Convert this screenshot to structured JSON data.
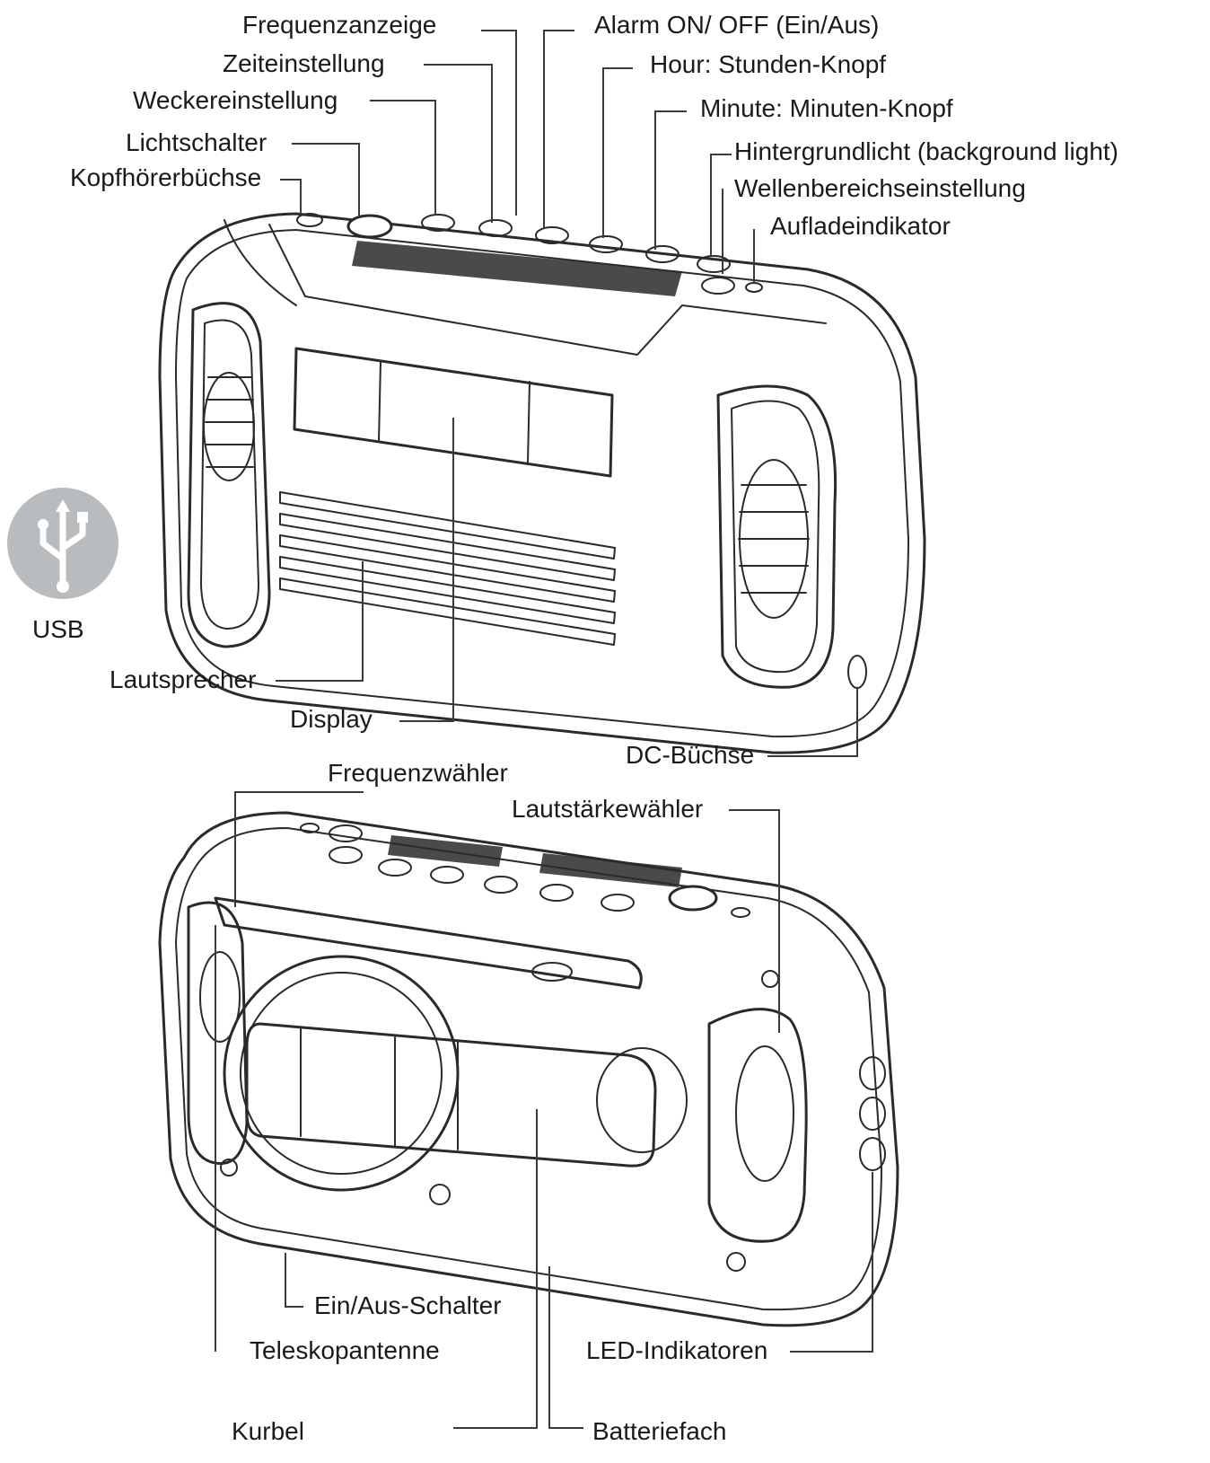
{
  "labels": {
    "frequenzanzeige": "Frequenzanzeige",
    "zeiteinstellung": "Zeiteinstellung",
    "weckereinstellung": "Weckereinstellung",
    "lichtschalter": "Lichtschalter",
    "kopfhoererbuechse": "Kopfhörerbüchse",
    "alarm": "Alarm ON/ OFF (Ein/Aus)",
    "hour": "Hour: Stunden-Knopf",
    "minute": "Minute: Minuten-Knopf",
    "hintergrundlicht": "Hintergrundlicht (background light)",
    "wellenbereich": "Wellenbereichseinstellung",
    "aufladeindikator": "Aufladeindikator",
    "usb": "USB",
    "lautsprecher": "Lautsprecher",
    "display": "Display",
    "dc_buechse": "DC-Büchse",
    "frequenzwaehler": "Frequenzwähler",
    "lautstaerkewaehler": "Lautstärkewähler",
    "ein_aus_schalter": "Ein/Aus-Schalter",
    "teleskopantenne": "Teleskopantenne",
    "led_indikatoren": "LED-Indikatoren",
    "kurbel": "Kurbel",
    "batteriefach": "Batteriefach"
  },
  "icons": {
    "usb": "usb-icon"
  },
  "colors": {
    "line": "#2a2a2a",
    "usb_badge": "#b9bcbe"
  }
}
